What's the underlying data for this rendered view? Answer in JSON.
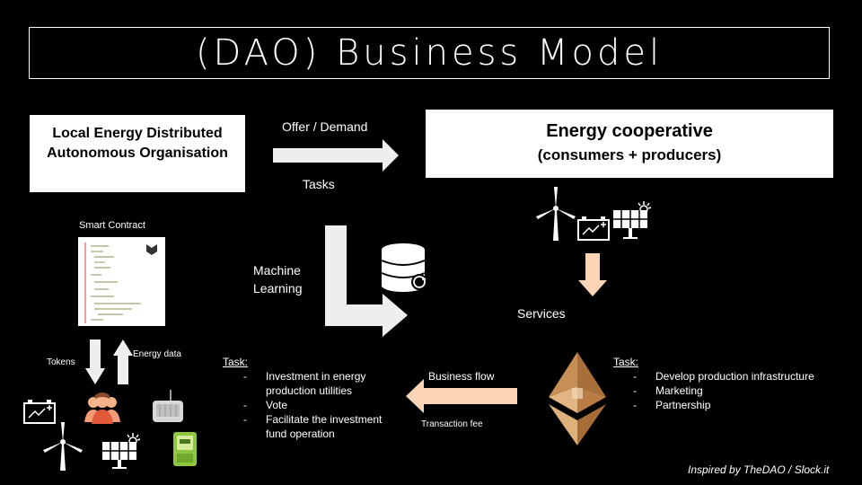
{
  "title": "(DAO) Business Model",
  "dao_box": {
    "line1": "Local Energy Distributed",
    "line2": "Autonomous Organisation"
  },
  "coop_box": {
    "line1": "Energy cooperative",
    "line2": "(consumers + producers)"
  },
  "labels": {
    "offer_demand": "Offer / Demand",
    "tasks": "Tasks",
    "smart_contract": "Smart Contract",
    "machine_learning_1": "Machine",
    "machine_learning_2": "Learning",
    "services": "Services",
    "tokens": "Tokens",
    "energy_data": "Energy data",
    "business_flow": "Business flow",
    "transaction_fee": "Transaction fee"
  },
  "task_left": {
    "heading": "Task:",
    "items": [
      {
        "dash": "-",
        "lines": [
          "Investment in energy",
          "production utilities"
        ]
      },
      {
        "dash": "-",
        "lines": [
          "Vote"
        ]
      },
      {
        "dash": "-",
        "lines": [
          "Facilitate the investment",
          "fund operation"
        ]
      }
    ]
  },
  "task_right": {
    "heading": "Task:",
    "items": [
      {
        "dash": "-",
        "lines": [
          "Develop production infrastructure"
        ]
      },
      {
        "dash": "-",
        "lines": [
          "Marketing"
        ]
      },
      {
        "dash": "-",
        "lines": [
          "Partnership"
        ]
      }
    ]
  },
  "credit": "Inspired by TheDAO / Slock.it",
  "colors": {
    "background": "#000000",
    "arrow_light": "#eeeeee",
    "arrow_orange": "#fbd5b5",
    "eth_gold": "#c9955c"
  }
}
